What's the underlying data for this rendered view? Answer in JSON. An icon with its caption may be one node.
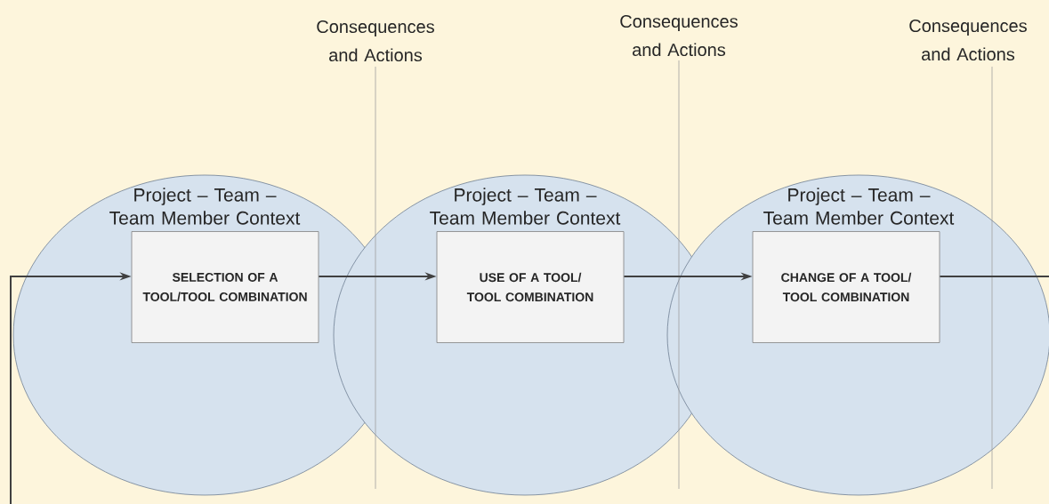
{
  "diagram": {
    "nodes": [
      {
        "text": [
          "Project – Team – Team Member Context"
        ]
      },
      {
        "text": [
          "SELECTION OF A TOOL/TOOL COMBINATION"
        ],
        "in": 0
      },
      {
        "text": [
          "Project – Team – Team Member Context"
        ]
      },
      {
        "text": [
          "USE OF A TOOL/ TOOL COMBINATION"
        ],
        "in": 2
      },
      {
        "text": [
          "Project – Team – Team Member Context"
        ]
      },
      {
        "text": [
          "CHANGE OF A TOOL/ TOOL COMBINATION"
        ],
        "in": 4
      }
    ],
    "edges": [
      {
        "from": null,
        "to": 1,
        "arrow": "to"
      },
      {
        "from": 1,
        "to": 3,
        "arrow": "to"
      },
      {
        "from": 3,
        "to": 5,
        "arrow": "to"
      },
      {
        "from": 5,
        "to": null,
        "arrow": "none"
      }
    ],
    "labels": [
      "Consequences and Actions",
      "Consequences and Actions",
      "Consequences and Actions"
    ]
  }
}
